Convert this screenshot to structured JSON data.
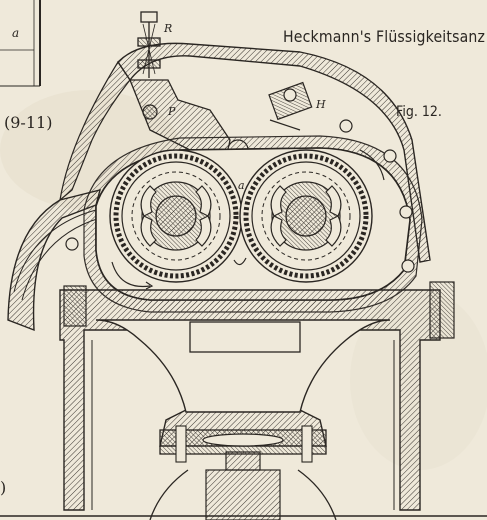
{
  "header": {
    "title": "Heckmann's Flüssigkeitsanz",
    "figure_label": "Fig. 12.",
    "side_label": "(9-11)",
    "side_label_bottom": ")",
    "corner_letter": "a"
  },
  "diagram": {
    "part_labels": {
      "r": "R",
      "p": "P",
      "h": "H",
      "a": "a"
    },
    "colors": {
      "paper": "#efe9da",
      "ink": "#2a2622",
      "hatch": "#3a3530"
    }
  }
}
